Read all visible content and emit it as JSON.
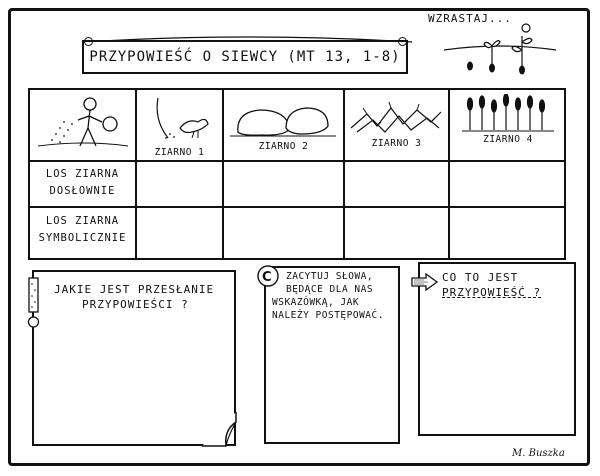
{
  "header": {
    "title": "PRZYPOWIEŚĆ O SIEWCY (MT 13, 1-8)",
    "grow_label": "WZRASTAJ..."
  },
  "table": {
    "columns": [
      "",
      "ZIARNO 1",
      "ZIARNO 2",
      "ZIARNO 3",
      "ZIARNO 4"
    ],
    "rows": [
      {
        "label_line1": "LOS ZIARNA",
        "label_line2": "DOSŁOWNIE"
      },
      {
        "label_line1": "LOS ZIARNA",
        "label_line2": "SYMBOLICZNIE"
      }
    ]
  },
  "boxes": {
    "left": {
      "line1": "JAKIE JEST PRZESŁANIE",
      "line2": "PRZYPOWIEŚCI ?"
    },
    "middle": {
      "line1": "ZACYTUJ SŁOWA,",
      "line2": "BĘDĄCE DLA NAS",
      "line3": "WSKAZÓWKĄ, JAK",
      "line4": "NALEŻY POSTĘPOWAĆ."
    },
    "right": {
      "line1": "CO TO JEST",
      "line2": "PRZYPOWIEŚĆ ?"
    }
  },
  "signature": "M. Buszka",
  "icons": [
    "sower-icon",
    "bird-icon",
    "rocks-icon",
    "thorns-icon",
    "wheat-icon",
    "sprouts-icon",
    "quote-icon",
    "arrow-icon",
    "exclamation-icon"
  ]
}
